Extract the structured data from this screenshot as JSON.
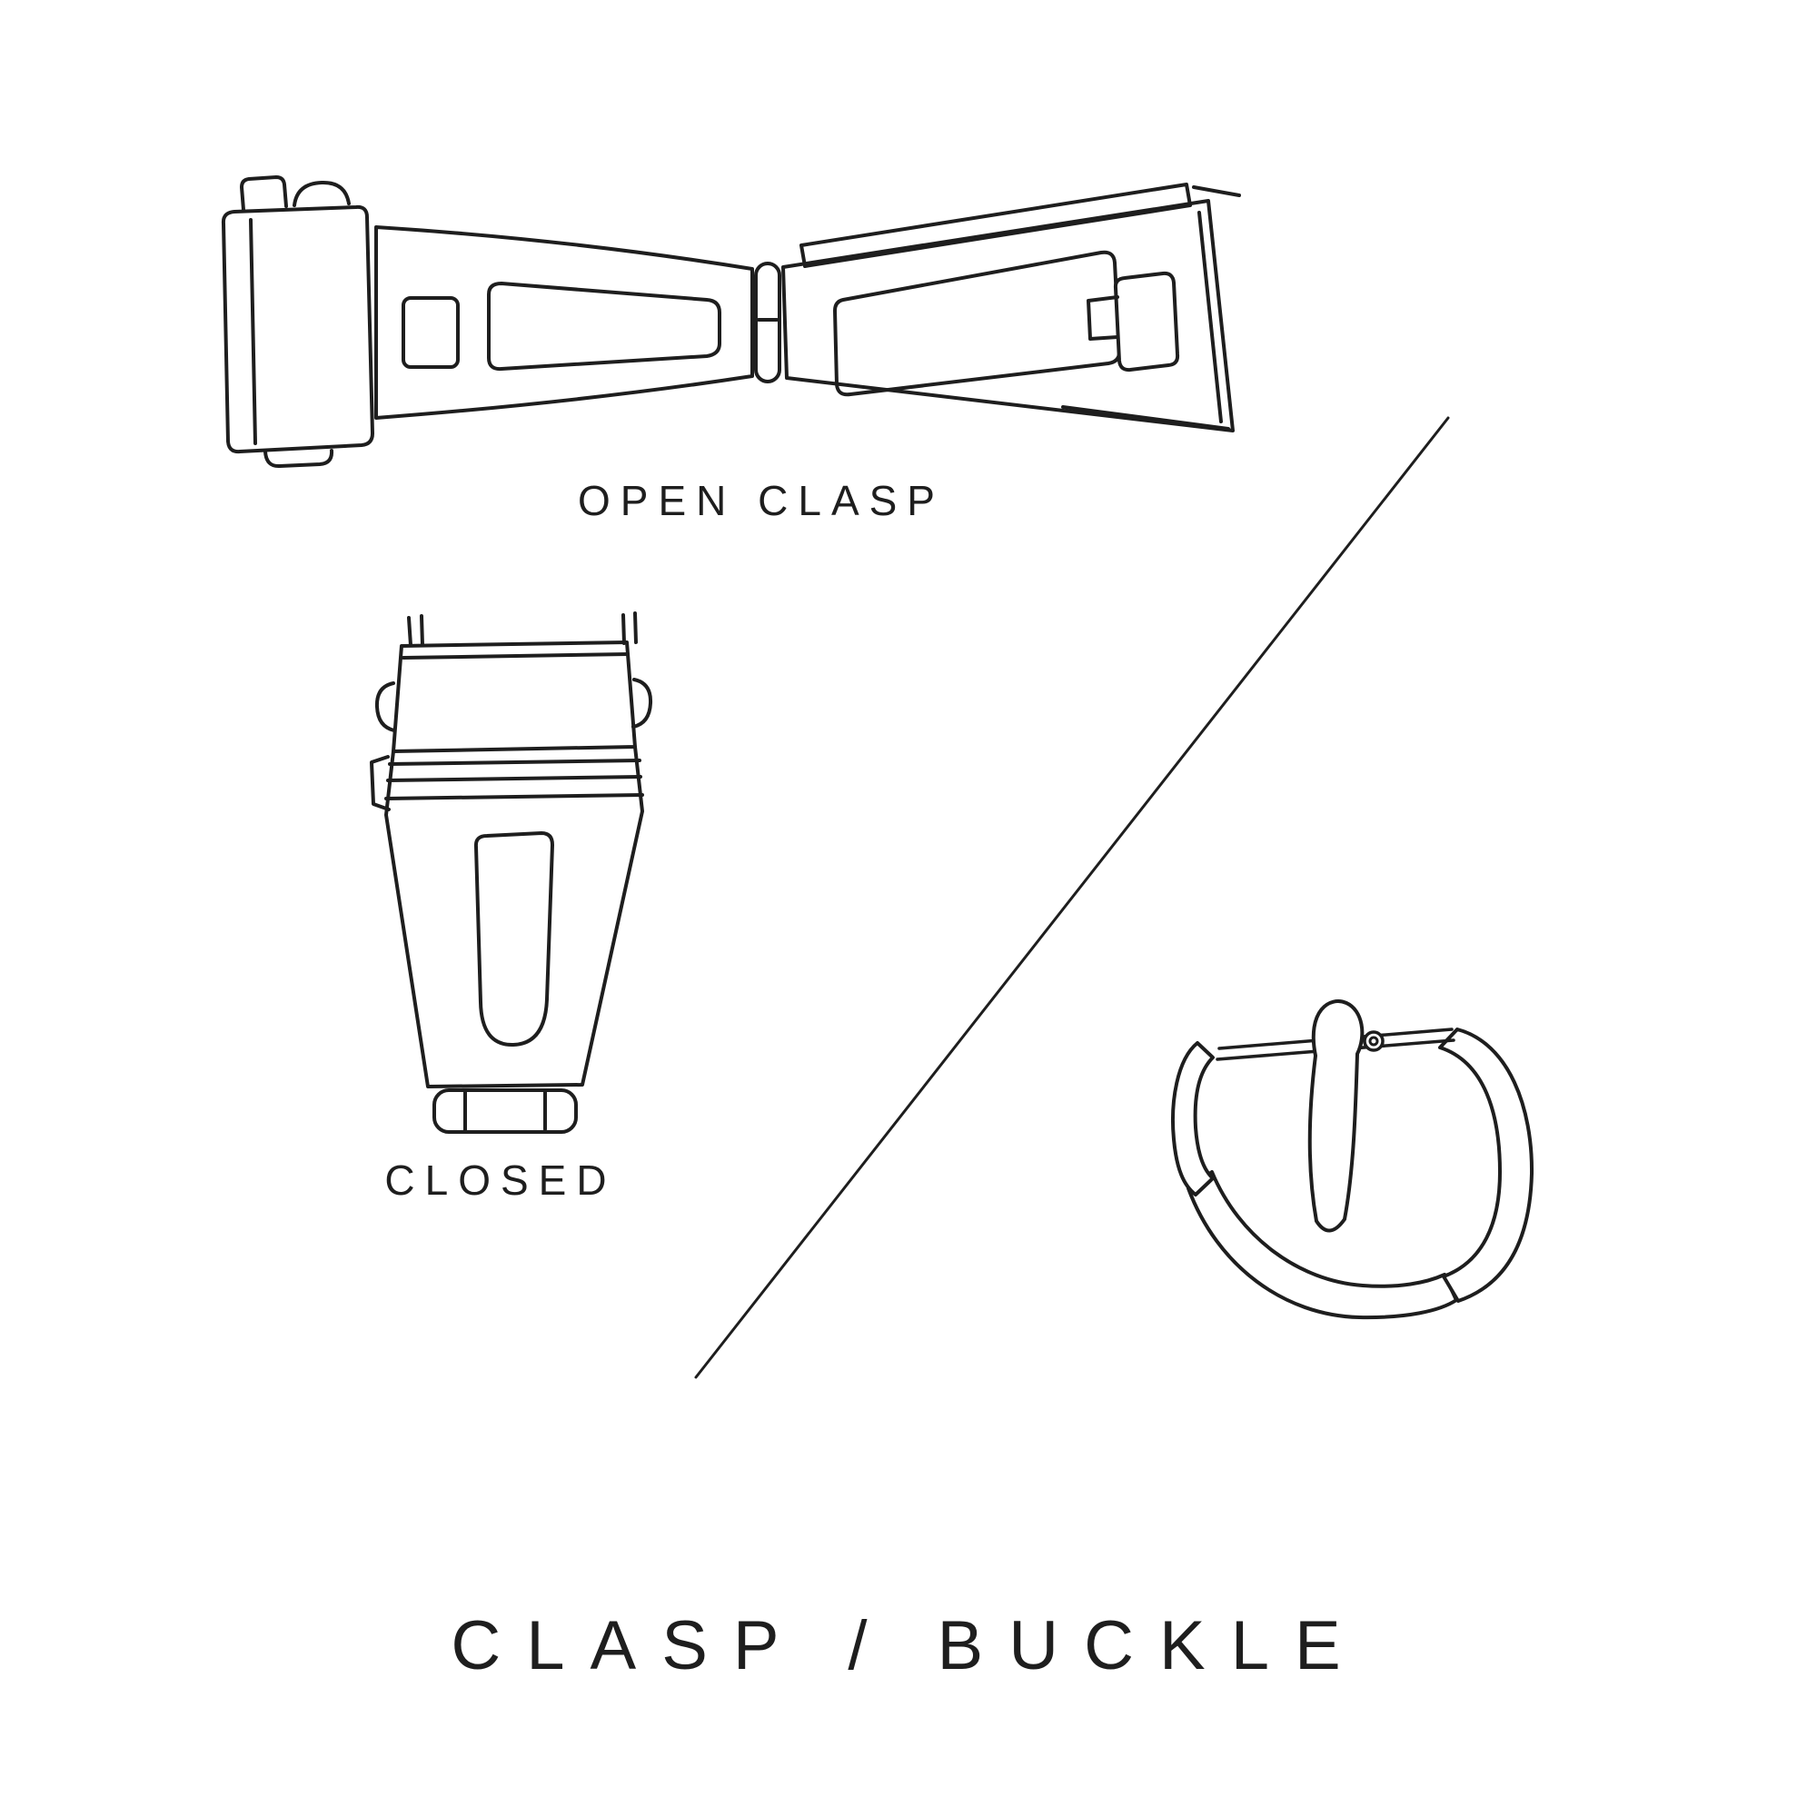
{
  "diagram": {
    "title": "CLASP / BUCKLE",
    "labels": {
      "open_clasp": "OPEN CLASP",
      "closed": "CLOSED"
    },
    "colors": {
      "line": "#1e1e1e",
      "text": "#1e1e1e",
      "background": "#ffffff"
    },
    "figures": [
      "open-clasp-illustration",
      "closed-clasp-illustration",
      "tang-buckle-illustration",
      "diagonal-divider-line"
    ]
  }
}
